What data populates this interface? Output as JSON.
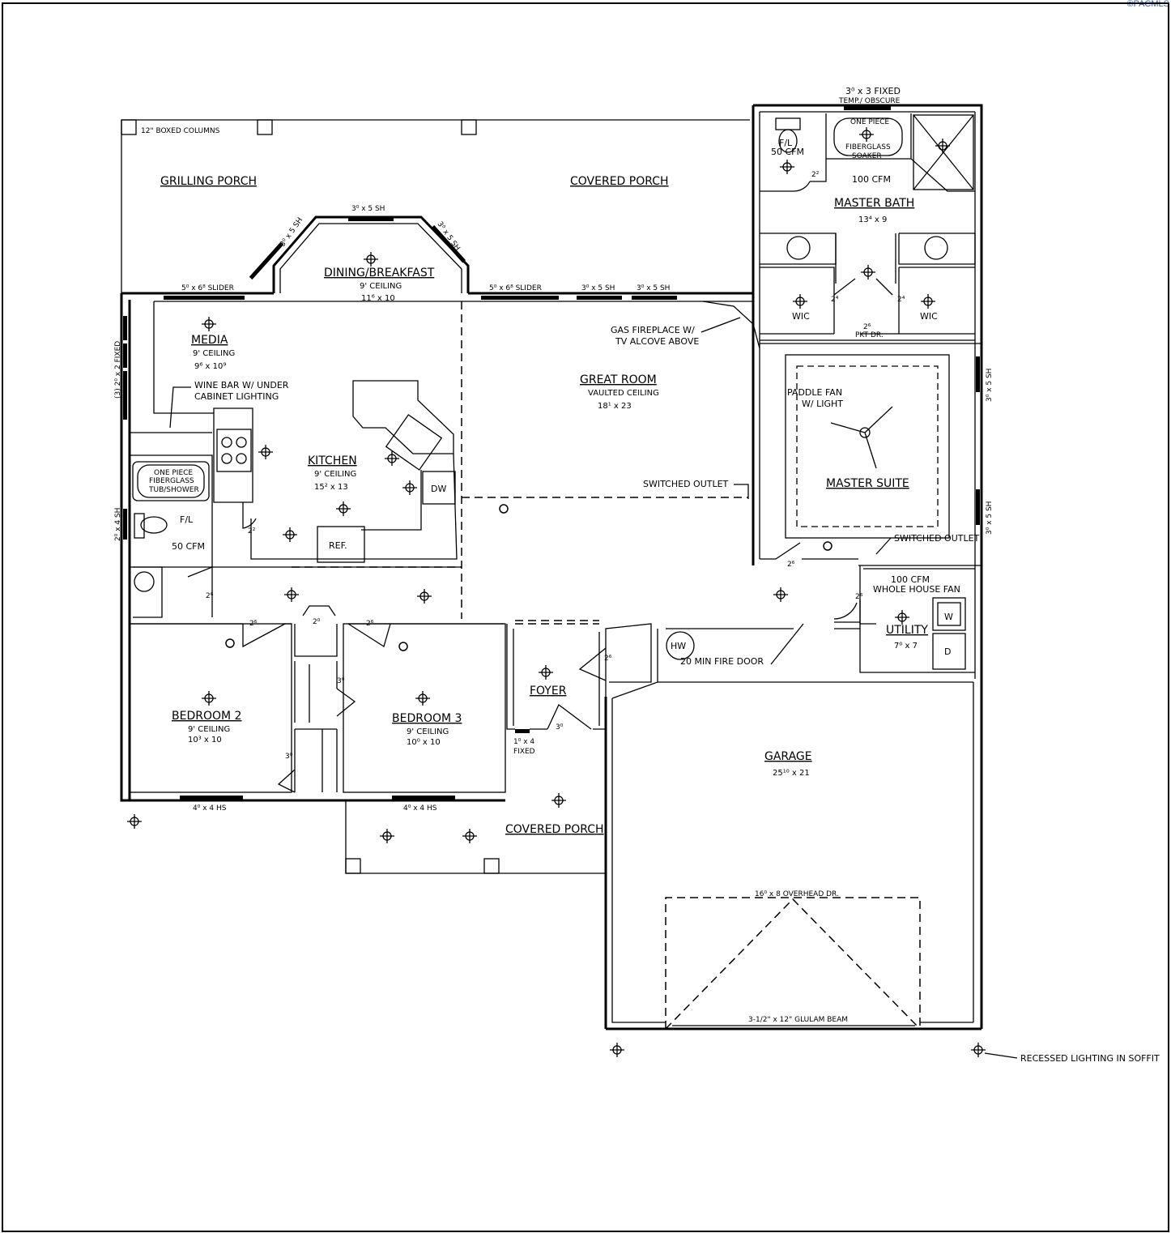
{
  "watermark": "©PACMLS",
  "colors": {
    "line": "#000000",
    "background": "#ffffff",
    "watermark": "#2a5ea8"
  },
  "rooms": {
    "grilling_porch": {
      "name": "GRILLING PORCH"
    },
    "covered_porch_rear": {
      "name": "COVERED PORCH"
    },
    "dining": {
      "name": "DINING/BREAKFAST",
      "ceiling": "9' CEILING",
      "size": "11⁶ x 10"
    },
    "media": {
      "name": "MEDIA",
      "ceiling": "9' CEILING",
      "size": "9⁶ x 10⁹"
    },
    "kitchen": {
      "name": "KITCHEN",
      "ceiling": "9' CEILING",
      "size": "15² x 13"
    },
    "great_room": {
      "name": "GREAT ROOM",
      "ceiling": "VAULTED CEILING",
      "size": "18¹ x 23"
    },
    "master_bath": {
      "name": "MASTER BATH",
      "size": "13⁴ x 9"
    },
    "master_suite": {
      "name": "MASTER SUITE"
    },
    "bedroom2": {
      "name": "BEDROOM 2",
      "ceiling": "9' CEILING",
      "size": "10³ x 10"
    },
    "bedroom3": {
      "name": "BEDROOM 3",
      "ceiling": "9' CEILING",
      "size": "10⁰ x 10"
    },
    "foyer": {
      "name": "FOYER"
    },
    "utility": {
      "name": "UTILITY",
      "size": "7⁰ x 7"
    },
    "garage": {
      "name": "GARAGE",
      "size": "25¹⁰ x 21"
    },
    "covered_porch_front": {
      "name": "COVERED PORCH"
    }
  },
  "labels": {
    "boxed_columns": "12\" BOXED COLUMNS",
    "wic_left": "WIC",
    "wic_right": "WIC",
    "pkt_dr": "PKT DR.",
    "fireplace_1": "GAS FIREPLACE W/",
    "fireplace_2": "TV ALCOVE ABOVE",
    "paddle_fan_1": "PADDLE FAN",
    "paddle_fan_2": "W/ LIGHT",
    "switched_outlet_1": "SWITCHED OUTLET",
    "switched_outlet_2": "SWITCHED OUTLET",
    "wine_bar_1": "WINE BAR W/ UNDER",
    "wine_bar_2": "CABINET LIGHTING",
    "tub_1": "ONE PIECE",
    "tub_2": "FIBERGLASS",
    "tub_3": "TUB/SHOWER",
    "soaker_1": "ONE PIECE",
    "soaker_2": "FIBERGLASS",
    "soaker_3": "SOAKER",
    "fan_bath_label": "F/L",
    "fan_50cfm_1": "50 CFM",
    "fan_100cfm": "100 CFM",
    "fan_bath2_label": "F/L",
    "fan_50cfm_2": "50 CFM",
    "whole_house_1": "100 CFM",
    "whole_house_2": "WHOLE HOUSE FAN",
    "dw": "DW",
    "ref": "REF.",
    "washer": "W",
    "dryer": "D",
    "hw": "HW",
    "fire_door": "20 MIN FIRE DOOR",
    "overhead_door": "16⁰ x 8  OVERHEAD DR.",
    "glulam": "3-1/2\" x 12\"  GLULAM BEAM",
    "recessed": "RECESSED LIGHTING IN SOFFIT",
    "fixed_window_1": "3⁰ x 3   FIXED",
    "fixed_window_2": "TEMP./ OBSCURE"
  },
  "windows": {
    "slider_left": "5⁰ x 6⁸  SLIDER",
    "dining_left": "3⁰ x 5  SH",
    "dining_center": "3⁰ x 5  SH",
    "dining_right": "3⁰ x 5  SH",
    "slider_right": "5⁰ x 6⁸  SLIDER",
    "great_sh_1": "3⁰ x 5  SH",
    "great_sh_2": "3⁰ x 5  SH",
    "media_fixed": "(3) 2⁰ x 2  FIXED",
    "bath_sh": "2⁰ x 4  SH",
    "suite_sh_1": "3⁰ x 5  SH",
    "suite_sh_2": "3⁰ x 5  SH",
    "bed2_hs": "4⁰ x 4   HS",
    "bed3_hs": "4⁰ x 4   HS",
    "foyer_fixed_1": "1⁰ x 4",
    "foyer_fixed_2": "FIXED"
  },
  "doors": {
    "d1": "2²",
    "d2": "2⁴",
    "d3": "2⁴",
    "d4": "2⁶",
    "d5": "2²",
    "d6": "2⁶",
    "d7": "2⁶",
    "d8": "2⁰",
    "d9": "2⁶",
    "d10": "3⁰",
    "d11": "3⁰",
    "d12": "3⁰",
    "d13": "2⁶",
    "d14": "2⁶",
    "d15": "2⁶"
  }
}
